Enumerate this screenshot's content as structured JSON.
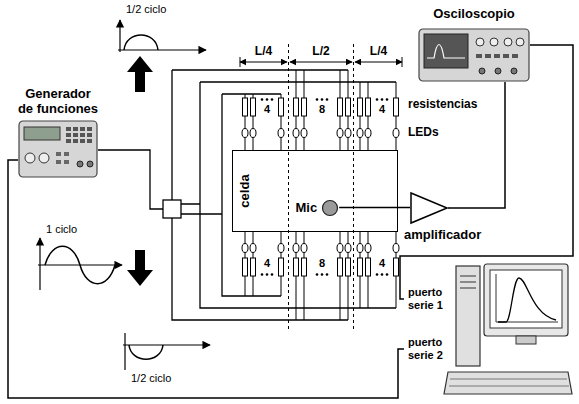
{
  "diagram": {
    "nodes": [
      {
        "text": [
          "Generador de funciones"
        ]
      },
      {
        "text": [
          "Osciloscopio"
        ]
      },
      {
        "text": [
          "celda"
        ]
      },
      {
        "text": [
          "Mic"
        ],
        "in": 2
      },
      {
        "text": [
          "amplificador"
        ]
      },
      {
        "text": [
          "puerto serie 1",
          "puerto serie 2"
        ]
      }
    ],
    "edges": [
      {
        "from": 3,
        "to": 4,
        "arrow": "none"
      },
      {
        "from": 4,
        "to": 1,
        "arrow": "none"
      },
      {
        "from": 1,
        "to": 5,
        "arrow": "none"
      },
      {
        "from": 0,
        "to": 5,
        "arrow": "none"
      }
    ],
    "labels": [
      "1/2 ciclo",
      "L/4",
      "L/2",
      "L/4",
      "resistencias",
      "4",
      "8",
      "4",
      "LEDs",
      "4",
      "8",
      "4",
      "1 ciclo",
      "1/2 ciclo"
    ]
  }
}
